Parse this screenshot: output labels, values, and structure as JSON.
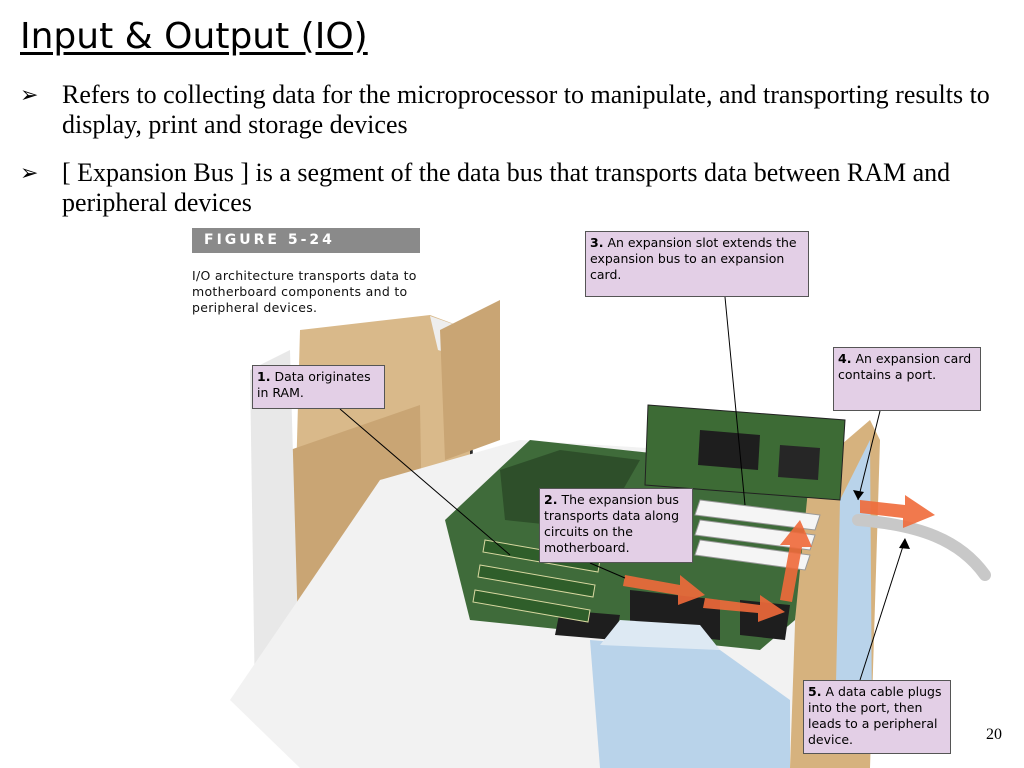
{
  "slide": {
    "title": "Input & Output (IO)",
    "bullets": [
      {
        "text": "Refers to collecting data for the microprocessor to manipulate, and transporting results to display, print and storage devices"
      },
      {
        "text": "[ Expansion Bus ] is a segment of the data bus that transports data between RAM and peripheral devices"
      }
    ],
    "bullet_marker": "➢",
    "page_number": "20"
  },
  "figure": {
    "label": "FIGURE 5-24",
    "caption": "I/O architecture transports data to motherboard components and to peripheral devices.",
    "callouts": [
      {
        "number": "1.",
        "text": "Data originates in RAM."
      },
      {
        "number": "2.",
        "text": "The expansion bus transports data along circuits on the motherboard."
      },
      {
        "number": "3.",
        "text": "An expansion slot extends the expansion bus to an expansion card."
      },
      {
        "number": "4.",
        "text": "An expansion card contains a port."
      },
      {
        "number": "5.",
        "text": "A data cable plugs into the port, then leads to a peripheral device."
      }
    ],
    "colors": {
      "callout_bg": "#e3cfe6",
      "label_bg": "#8a8a8a",
      "arrow": "#f06a3a",
      "board": "#3f6b3a"
    }
  }
}
